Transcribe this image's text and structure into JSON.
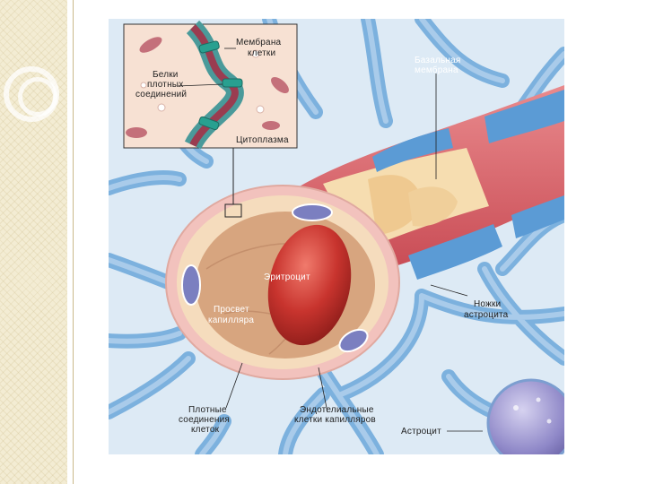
{
  "labels": {
    "membrane_l1": "Мембрана",
    "membrane_l2": "клетки",
    "proteins_l1": "Белки",
    "proteins_l2": "плотных",
    "proteins_l3": "соединений",
    "cytoplasm": "Цитоплазма",
    "basal_l1": "Базальная",
    "basal_l2": "мембрана",
    "erythrocyte": "Эритроцит",
    "lumen_l1": "Просвет",
    "lumen_l2": "капилляра",
    "feet_l1": "Ножки",
    "feet_l2": "астроцита",
    "tight_l1": "Плотные",
    "tight_l2": "соединения",
    "tight_l3": "клеток",
    "endo_l1": "Эндотелиальные",
    "endo_l2": "клетки капилляров",
    "astrocyte": "Астроцит"
  },
  "colors": {
    "background": "#ddeaf5",
    "astrocyte_processes": "#5b9bd5",
    "basal_membrane": "#d9646a",
    "erythrocyte": "#c8342e",
    "lumen": "#d7a57f",
    "endothelium": "#f1d9b8",
    "nucleus": "#7b7fc0",
    "strip": "#f3ecd3"
  }
}
